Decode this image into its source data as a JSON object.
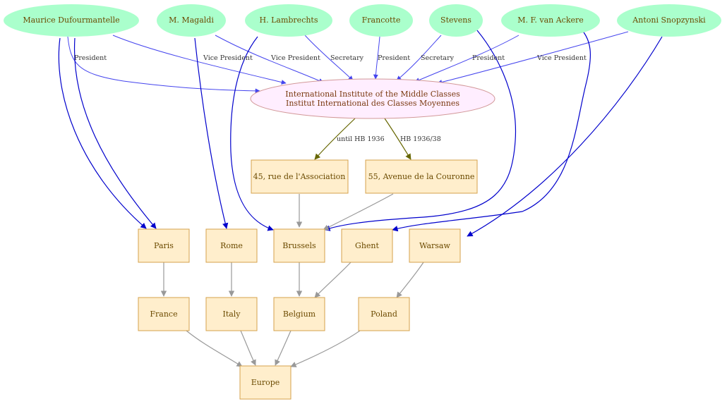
{
  "colors": {
    "person_fill": "#aaffcc",
    "institute_fill": "#ffeeff",
    "institute_stroke": "#d29898",
    "box_fill": "#ffeecc",
    "box_stroke": "#d4a24c",
    "role_edge": "#4444ee",
    "person_city_edge": "#0000cc",
    "address_edge": "#666600",
    "hierarchy_edge": "#999999"
  },
  "people": {
    "dufourmantelle": "Maurice Dufourmantelle",
    "magaldi": "M. Magaldi",
    "lambrechts": "H. Lambrechts",
    "francotte": "Francotte",
    "stevens": "Stevens",
    "van_ackere": "M. F. van Ackere",
    "snopzynski": "Antoni Snopzynski"
  },
  "institute": {
    "line1": "International Institute of the Middle Classes",
    "line2": "Institut International des Classes Moyennes"
  },
  "addresses": {
    "association": "45, rue de l'Association",
    "couronne": "55, Avenue de la Couronne"
  },
  "cities": {
    "paris": "Paris",
    "rome": "Rome",
    "brussels": "Brussels",
    "ghent": "Ghent",
    "warsaw": "Warsaw"
  },
  "countries": {
    "france": "France",
    "italy": "Italy",
    "belgium": "Belgium",
    "poland": "Poland"
  },
  "continent": {
    "europe": "Europe"
  },
  "edge_labels": {
    "dufourmantelle_role": "President",
    "magaldi_role": "Vice President",
    "lambrechts_role": "Vice President",
    "lambrechts_role2": "Secretary",
    "francotte_role": "President",
    "stevens_role": "Secretary",
    "van_ackere_role": "President",
    "snopzynski_role": "Vice President",
    "until_1936": "until HB 1936",
    "from_1936": "HB 1936/38"
  }
}
